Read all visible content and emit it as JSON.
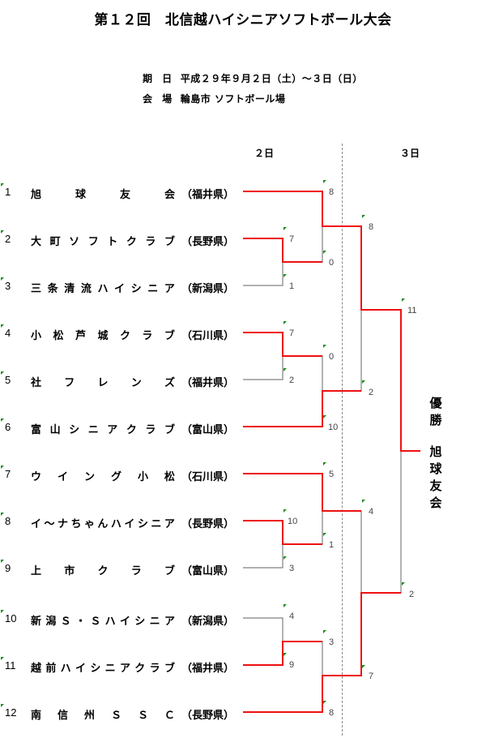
{
  "header": {
    "title": "第１２回　北信越ハイシニアソフトボール大会",
    "date_label": "期 日",
    "date_value": "平成２９年９月２日（土）～３日（日）",
    "venue_label": "会 場",
    "venue_value": "輪島市 ソフトボール場"
  },
  "days": {
    "day1": "２日",
    "day2": "３日"
  },
  "colors": {
    "win_line": "#ee1111",
    "lose_line": "#808080",
    "marker": "#1a8a1a"
  },
  "teams": [
    {
      "num": "1",
      "name": "旭　球　友　会",
      "chars": [
        "旭",
        "球",
        "友",
        "会"
      ],
      "pref": "（福井県）"
    },
    {
      "num": "2",
      "name": "大町ソフトクラブ",
      "chars": [
        "大",
        "町",
        "ソ",
        "フ",
        "ト",
        "ク",
        "ラ",
        "ブ"
      ],
      "pref": "（長野県）"
    },
    {
      "num": "3",
      "name": "三条清流ハイシニア",
      "chars": [
        "三",
        "条",
        "清",
        "流",
        "ハ",
        "イ",
        "シ",
        "ニ",
        "ア"
      ],
      "pref": "（新潟県）"
    },
    {
      "num": "4",
      "name": "小松芦城クラブ",
      "chars": [
        "小",
        "松",
        "芦",
        "城",
        "ク",
        "ラ",
        "ブ"
      ],
      "pref": "（石川県）"
    },
    {
      "num": "5",
      "name": "社　フレンズ",
      "chars": [
        "社",
        "フ",
        "レ",
        "ン",
        "ズ"
      ],
      "pref": "（福井県）"
    },
    {
      "num": "6",
      "name": "富山シニアクラブ",
      "chars": [
        "富",
        "山",
        "シ",
        "ニ",
        "ア",
        "ク",
        "ラ",
        "ブ"
      ],
      "pref": "（富山県）"
    },
    {
      "num": "7",
      "name": "ウイング小松",
      "chars": [
        "ウ",
        "イ",
        "ン",
        "グ",
        "小",
        "松"
      ],
      "pref": "（石川県）"
    },
    {
      "num": "8",
      "name": "イ～ナちゃんハイシニア",
      "chars": [
        "イ",
        "～",
        "ナ",
        "ち",
        "ゃ",
        "ん",
        "ハ",
        "イ",
        "シ",
        "ニ",
        "ア"
      ],
      "pref": "（長野県）"
    },
    {
      "num": "9",
      "name": "上　市　クラブ",
      "chars": [
        "上",
        "市",
        "ク",
        "ラ",
        "ブ"
      ],
      "pref": "（富山県）"
    },
    {
      "num": "10",
      "name": "新潟Ｓ・Ｓハイシニア",
      "chars": [
        "新",
        "潟",
        "Ｓ",
        "・",
        "Ｓ",
        "ハ",
        "イ",
        "シ",
        "ニ",
        "ア"
      ],
      "pref": "（新潟県）"
    },
    {
      "num": "11",
      "name": "越前ハイシニアクラブ",
      "chars": [
        "越",
        "前",
        "ハ",
        "イ",
        "シ",
        "ニ",
        "ア",
        "ク",
        "ラ",
        "ブ"
      ],
      "pref": "（福井県）"
    },
    {
      "num": "12",
      "name": "南信州ＳＳＣ",
      "chars": [
        "南",
        "信",
        "州",
        "Ｓ",
        "Ｓ",
        "Ｃ"
      ],
      "pref": "（長野県）"
    }
  ],
  "matches": [
    {
      "id": "r1-2v3",
      "round": 1,
      "top_score": "7",
      "bottom_score": "1",
      "winner": "大町ソフトクラブ"
    },
    {
      "id": "r1-4v5",
      "round": 1,
      "top_score": "7",
      "bottom_score": "2",
      "winner": "小松芦城クラブ"
    },
    {
      "id": "r1-8v9",
      "round": 1,
      "top_score": "10",
      "bottom_score": "3",
      "winner": "イ～ナちゃんハイシニア"
    },
    {
      "id": "r1-10v11",
      "round": 1,
      "top_score": "4",
      "bottom_score": "9",
      "winner": "越前ハイシニアクラブ"
    },
    {
      "id": "r2-1v2",
      "round": 2,
      "top_score": "8",
      "bottom_score": "0",
      "winner": "旭球友会"
    },
    {
      "id": "r2-4v6",
      "round": 2,
      "top_score": "0",
      "bottom_score": "10",
      "winner": "富山シニアクラブ"
    },
    {
      "id": "r2-7v8",
      "round": 2,
      "top_score": "5",
      "bottom_score": "1",
      "winner": "ウイング小松"
    },
    {
      "id": "r2-11v12",
      "round": 2,
      "top_score": "3",
      "bottom_score": "8",
      "winner": "南信州ＳＳＣ"
    },
    {
      "id": "sf-1v6",
      "round": 3,
      "top_score": "8",
      "bottom_score": "2",
      "winner": "旭球友会"
    },
    {
      "id": "sf-7v12",
      "round": 3,
      "top_score": "4",
      "bottom_score": "7",
      "winner": "南信州ＳＳＣ"
    },
    {
      "id": "final",
      "round": 4,
      "top_score": "11",
      "bottom_score": "2",
      "winner": "旭球友会"
    }
  ],
  "champion": {
    "label_chars": [
      "優",
      "勝"
    ],
    "name_chars": [
      "旭",
      "球",
      "友",
      "会"
    ]
  }
}
